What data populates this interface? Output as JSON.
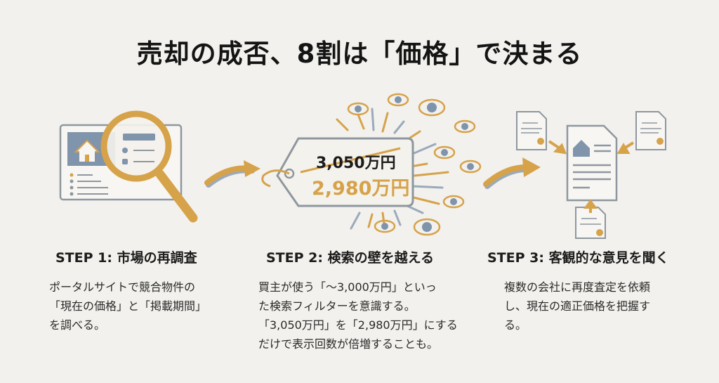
{
  "title": "売却の成否、8割は「価格」で決まる",
  "colors": {
    "background": "#f2f1ed",
    "accent_gold": "#d6a24a",
    "slate_blue": "#7f93ab",
    "outline_gray": "#8e979f",
    "text": "#1c1c1c"
  },
  "steps": [
    {
      "title": "STEP 1: 市場の再調査",
      "body": [
        "ポータルサイトで競合物件の",
        "「現在の価格」と「掲載期間」",
        "を調べる。"
      ],
      "icon": "magnifier-over-listing-icon"
    },
    {
      "title": "STEP 2: 検索の壁を越える",
      "body": [
        "買主が使う「〜3,000万円」といっ",
        "た検索フィルターを意識する。",
        "「3,050万円」を「2,980万円」にする",
        "だけで表示回数が倍増することも。"
      ],
      "icon": "price-tag-with-eyes-icon"
    },
    {
      "title": "STEP 3: 客観的な意見を聞く",
      "body": [
        "複数の会社に再度査定を依頼",
        "し、現在の適正価格を把握す",
        "る。"
      ],
      "icon": "multiple-appraisals-icon"
    }
  ],
  "price_tag": {
    "old_price": "3,050万円",
    "new_price": "2,980万円"
  }
}
